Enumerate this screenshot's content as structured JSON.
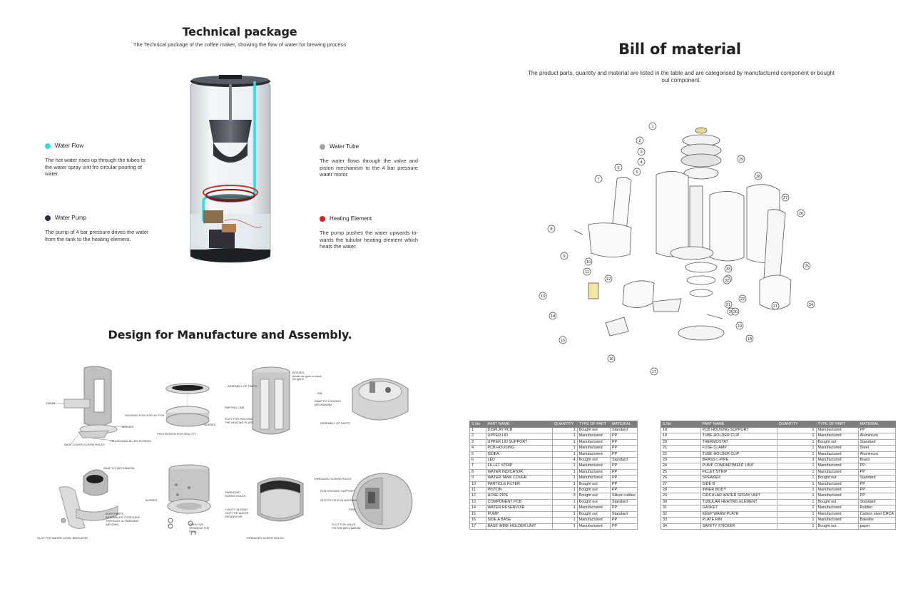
{
  "technical": {
    "title": "Technical package",
    "subtitle": "The Technical package of the coffee maker, showing the flow of water for brewing process",
    "legend": {
      "water_flow": {
        "title": "Water Flow",
        "desc": "The hot water rises up through the tubes to the water spray unit fro circular pouring of water.",
        "color": "#27e0e8"
      },
      "water_pump": {
        "title": "Water Pump",
        "desc": "The pump of 4 bar pressure drives the water from the tank to the heating element.",
        "color": "#2b2d3a"
      },
      "water_tube": {
        "title": "Water Tube",
        "desc": "The water flows through the valve and piston mechanism to the 4 bar pressure water motor.",
        "color": "#a3a3a3"
      },
      "heating": {
        "title": "Heating Element",
        "desc": "The pump pushes the water upwards to-wards the tubular heating element which heats the water.",
        "color": "#e02020"
      }
    }
  },
  "dfma": {
    "title": "Design for Manufacture and Assembly.",
    "labels": {
      "vents": "VENTS",
      "bosses": "BOSSES",
      "housing_display": "HOUSING FOR DISPLAY PCB",
      "hex_screws": "HEXAGONAL ALLEN SCREWS",
      "base_cover": "BASE COVER SCREW HOLES",
      "protrusion": "PROTRUSION FOR SEAL FIT",
      "bosses2": "BOSSES",
      "assembly_parts": "ASSEMBLY OF PARTS",
      "parting_line": "PARTING LINE",
      "slot_housing": "SLOT FOR HOUSING THE HEATING PLATE",
      "bosses3": "BOSSES",
      "bosses3_note": "Bosses are given to ensure the tight fit",
      "rib": "RIB",
      "snap_fit": "SNAP FIT LOCKING MECHANISM",
      "assembly_parts2": "ASSEMBLY OF PARTS",
      "snap_mech": "SNAP FIT MECHANISM",
      "both_parts": "BOTH PARTS ASSEMBLED TOGETHER THROUGH ULTRASONIC WELDING",
      "slot_water": "SLOT FOR WATER LEVEL INDICATOR",
      "bosses4": "BOSSES",
      "threaded_holes": "THREADED SCREW HOLES",
      "cavity": "CAVITY SLIDING OUT THE WATER RESERVOIR",
      "area_spinning": "AREA FOR SPINNING THE PLUG",
      "threaded_holes2": "THREADED SCREW HOLES",
      "threaded_holes3": "THREADED SCREW HOLES",
      "pcb_support": "PCB HOUSING SUPPORT",
      "slots_pcb": "SLOTS FOR PCB HOUSING",
      "ribs": "RIBS",
      "slot_valve": "SLOT FOR VALVE PISTON MECHANISM"
    }
  },
  "bom": {
    "title": "Bill of material",
    "subtitle": "The product parts, quantity and material are listed in the table and are categorised by manufactured component or bought out component.",
    "headers": [
      "S.No",
      "PART NAME",
      "QUANTITY",
      "TYPE OF PART",
      "MATERIAL"
    ],
    "table1": [
      [
        "1",
        "DISPLAY PCB",
        "1",
        "Bought out",
        "Standard"
      ],
      [
        "2",
        "UPPER LID",
        "1",
        "Manufactured",
        "PP"
      ],
      [
        "3",
        "UPPER LID SUPPORT",
        "1",
        "Manufactured",
        "PP"
      ],
      [
        "4",
        "PCB HOUSING",
        "1",
        "Manufactured",
        "PP"
      ],
      [
        "5",
        "SIDEA",
        "1",
        "Manufactured",
        "PP"
      ],
      [
        "6",
        "LED",
        "4",
        "Bought out",
        "Standard"
      ],
      [
        "7",
        "FILLET STRIP",
        "1",
        "Manufactured",
        "PP"
      ],
      [
        "8",
        "WATER INDICATOR",
        "1",
        "Manufactured",
        "PP"
      ],
      [
        "9",
        "WATER TANK COVER",
        "1",
        "Manufactured",
        "PP"
      ],
      [
        "10",
        "PARTICLE FILTER",
        "1",
        "Bought out",
        "PP"
      ],
      [
        "11",
        "PISTON",
        "1",
        "Bought out",
        "PP"
      ],
      [
        "12",
        "HOSE PIPE",
        "3",
        "Bought out",
        "Silicon rubber"
      ],
      [
        "13",
        "COMPONENT PCB",
        "1",
        "Bought out",
        "Standard"
      ],
      [
        "14",
        "WATER RESERVOIR",
        "1",
        "Manufactured",
        "PP"
      ],
      [
        "15",
        "PUMP",
        "1",
        "Bought out",
        "Standard"
      ],
      [
        "16",
        "SIDE A BASE",
        "1",
        "Manufactured",
        "PP"
      ],
      [
        "17",
        "BASE WIRE HOLDER UNIT",
        "1",
        "Manufactured",
        "PP"
      ]
    ],
    "table2": [
      [
        "18",
        "PCB HOUSING SUPPORT",
        "1",
        "Manufactured",
        "PP"
      ],
      [
        "19",
        "TUBE HOLDER CLIP",
        "1",
        "Manufactured",
        "Aluminium"
      ],
      [
        "20",
        "THERMOSTAT",
        "1",
        "Bought out",
        "Standard"
      ],
      [
        "21",
        "FUSE CLAMP",
        "1",
        "Manufactured",
        "Steel"
      ],
      [
        "22",
        "TUBE HOLDER CLIP",
        "1",
        "Manufactured",
        "Aluminium"
      ],
      [
        "23",
        "BRASS L-PIPE",
        "3",
        "Manufactured",
        "Brass"
      ],
      [
        "24",
        "PUMP COMPARTMENT UNIT",
        "1",
        "Manufactured",
        "PP"
      ],
      [
        "25",
        "FILLET STRIP",
        "1",
        "Manufactured",
        "PP"
      ],
      [
        "26",
        "SPEAKER",
        "1",
        "Bought out",
        "Standard"
      ],
      [
        "27",
        "SIDE B",
        "1",
        "Manufactured",
        "PP"
      ],
      [
        "28",
        "INNER BODY",
        "2",
        "Manufactured",
        "PP"
      ],
      [
        "29",
        "CIRCULAR WATER SPRAY UNIT",
        "1",
        "Manufactured",
        "PP"
      ],
      [
        "30",
        "TUBULAR HEATING ELEMENT",
        "1",
        "Bought out",
        "Standard"
      ],
      [
        "31",
        "GASKET",
        "2",
        "Manufactured",
        "Rubber"
      ],
      [
        "32",
        "KEEP WARM PLATE",
        "1",
        "Manufactured",
        "Carbon steel CRCA"
      ],
      [
        "33",
        "PLATE RIN",
        "1",
        "Manufactured",
        "Bakelite"
      ],
      [
        "34",
        "SAFETY STICKER",
        "1",
        "Bought out",
        "paper"
      ]
    ],
    "callouts": [
      "1",
      "2",
      "3",
      "4",
      "5",
      "6",
      "7",
      "8",
      "9",
      "10",
      "11",
      "12",
      "13",
      "14",
      "15",
      "16",
      "17",
      "18",
      "19",
      "20",
      "21",
      "21",
      "22",
      "23",
      "24",
      "25",
      "26",
      "27",
      "28",
      "29",
      "30",
      "32",
      "33"
    ]
  }
}
